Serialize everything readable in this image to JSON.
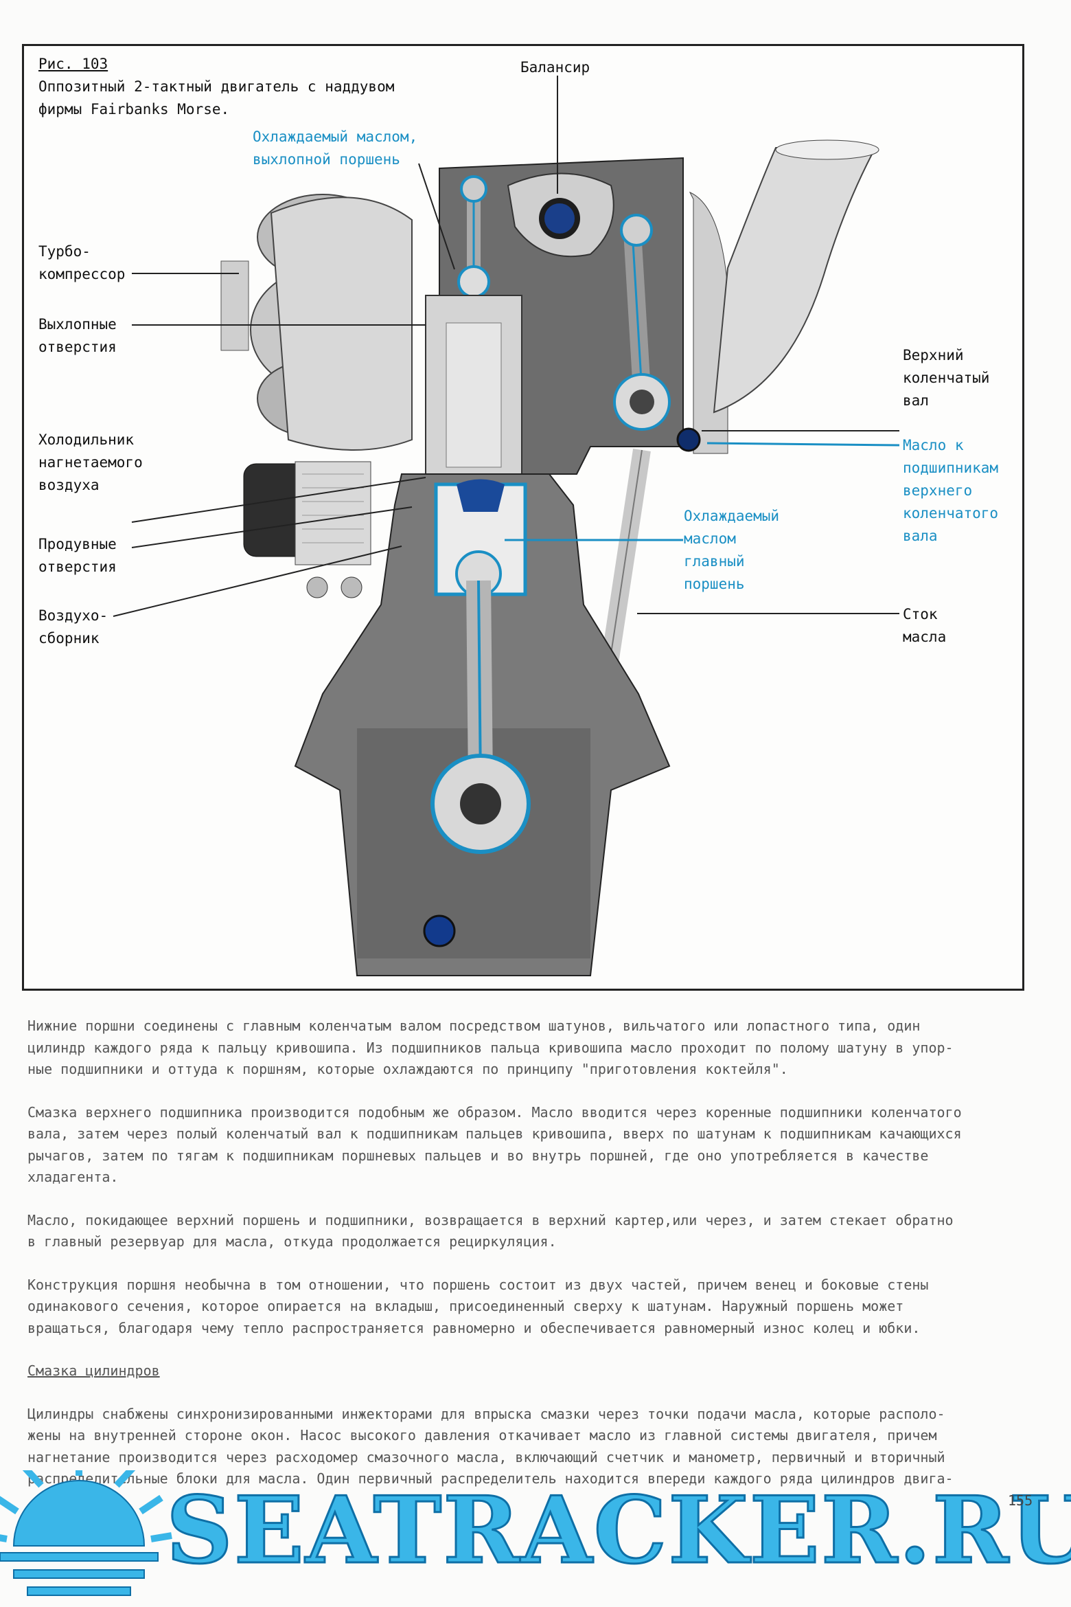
{
  "figure": {
    "number": "Рис. 103",
    "caption": "Оппозитный 2-тактный двигатель с наддувом\nфирмы Fairbanks Morse.",
    "labels": {
      "balancer": "Балансир",
      "oil_cooled_exhaust_piston": "Охлаждаемый маслом,\nвыхлопной поршень",
      "turbocharger": "Турбо-\nкомпрессор",
      "exhaust_ports": "Выхлопные\nотверстия",
      "charge_air_cooler": "Холодильник\nнагнетаемого\nвоздуха",
      "scavenge_ports": "Продувные\nотверстия",
      "air_receiver": "Воздухо-\nсборник",
      "upper_crankshaft": "Верхний\nколенчатый\nвал",
      "oil_to_upper_crank_bearings": "Масло к\nподшипникам\nверхнего\nколенчатого\nвала",
      "oil_cooled_main_piston": "Охлаждаемый\nмаслом\nглавный\nпоршень",
      "oil_drain": "Сток\nмасла"
    }
  },
  "paragraphs": [
    "Нижние поршни соединены с главным коленчатым валом посредством шатунов, вильчатого или лопастного типа, один\nцилиндр каждого ряда к пальцу кривошипа. Из подшипников пальца кривошипа масло проходит по полому шатуну в упор-\nные подшипники и оттуда к поршням, которые охлаждаются по принципу \"приготовления коктейля\".",
    "Смазка верхнего подшипника производится подобным же образом. Масло вводится через коренные подшипники коленчатого\nвала, затем через полый коленчатый вал к подшипникам пальцев кривошипа, вверх по шатунам к подшипникам качающихся\nрычагов, затем по тягам к подшипникам поршневых пальцев и во внутрь поршней, где оно употребляется в качестве\nхладагента.",
    "Масло, покидающее верхний поршень и подшипники, возвращается в верхний картер,или через, и затем стекает обратно\nв главный резервуар для масла, откуда продолжается рециркуляция.",
    "Конструкция поршня необычна в том отношении, что поршень состоит из двух частей, причем венец и боковые стены\nодинакового сечения, которое опирается на вкладыш, присоединенный сверху к шатунам. Наружный поршень может\nвращаться, благодаря чему  тепло распространяется равномерно и обеспечивается равномерный износ колец и юбки."
  ],
  "section_heading": "Смазка цилиндров",
  "section_paragraph": "Цилиндры снабжены синхронизированными инжекторами для впрыска смазки через точки подачи масла, которые располо-\nжены на внутренней стороне окон. Насос высокого давления откачивает масло из главной системы двигателя, причем\nнагнетание производится через расходомер смазочного масла, включающий счетчик и манометр, первичный и вторичный\nраспределительные блоки для масла. Один первичный распределитель находится впереди каждого ряда цилиндров двига-",
  "page_number": "155",
  "watermark": {
    "text": "SEATRACKER.RU",
    "color": "#3ab6e8"
  },
  "colors": {
    "accent_blue": "#1a8fc4",
    "frame": "#222222"
  }
}
